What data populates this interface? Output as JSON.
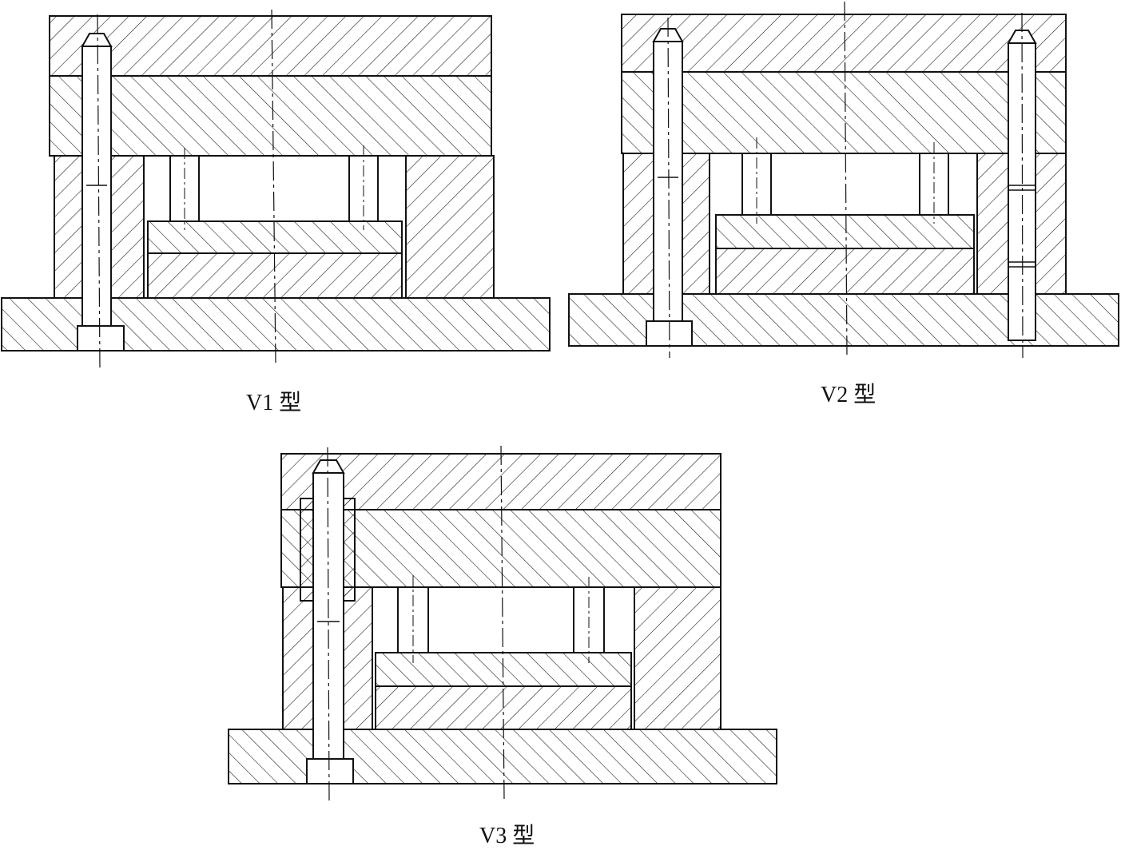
{
  "diagrams": [
    {
      "id": "v1",
      "label": "V1 型"
    },
    {
      "id": "v2",
      "label": "V2 型"
    },
    {
      "id": "v3",
      "label": "V3 型"
    }
  ],
  "colors": {
    "line": "#111111",
    "hatch": "#222222",
    "background": "#ffffff"
  }
}
